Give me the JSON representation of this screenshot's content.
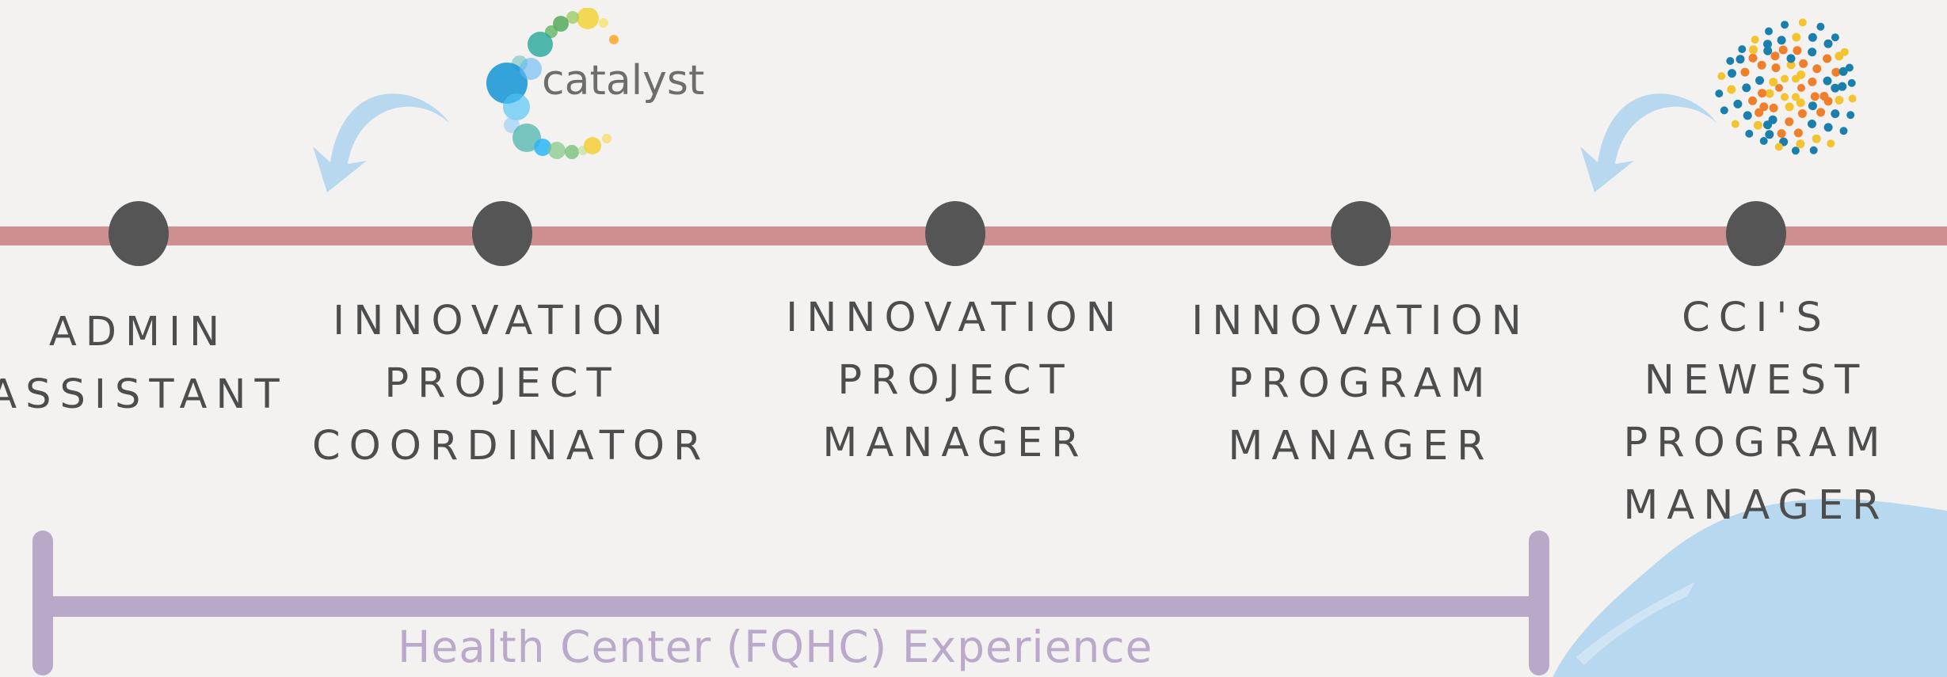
{
  "milestones": [
    {
      "id": "admin-assistant",
      "label": "ADMIN\nASSISTANT"
    },
    {
      "id": "innovation-project-coordinator",
      "label": "INNOVATION\nPROJECT\nCOORDINATOR"
    },
    {
      "id": "innovation-project-manager",
      "label": "INNOVATION\nPROJECT\nMANAGER"
    },
    {
      "id": "innovation-program-manager",
      "label": "INNOVATION\nPROGRAM\nMANAGER"
    },
    {
      "id": "ccis-newest-program-manager",
      "label": "CCI'S NEWEST\nPROGRAM\nMANAGER"
    }
  ],
  "logos": {
    "catalyst": {
      "text": "catalyst"
    },
    "cci": {
      "icon": "sunburst-dots-logo"
    }
  },
  "experience": {
    "label": "Health Center (FQHC) Experience"
  },
  "colors": {
    "background": "#f3f2f1",
    "timeline": "#cd8f8f",
    "dot": "#555555",
    "label_text": "#4d4d4d",
    "bracket": "#b9a9c9",
    "arrow": "#b7d8ef",
    "blob": "#b7d8ef"
  }
}
